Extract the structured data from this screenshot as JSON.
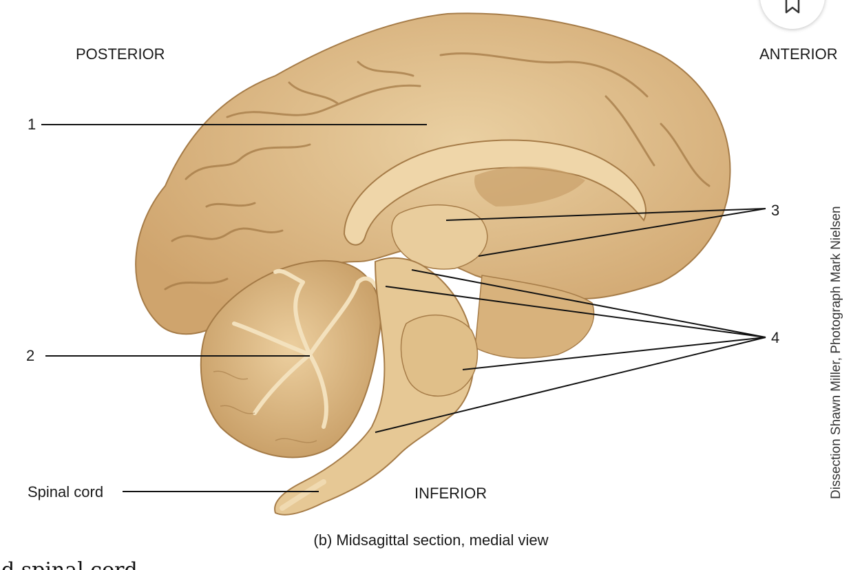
{
  "directions": {
    "posterior": "POSTERIOR",
    "anterior": "ANTERIOR",
    "inferior": "INFERIOR"
  },
  "labels": {
    "one": "1",
    "two": "2",
    "three": "3",
    "four": "4",
    "spinal_cord": "Spinal cord"
  },
  "caption": "(b) Midsagittal section, medial view",
  "credit": "Dissection Shawn Miller, Photograph Mark Nielsen",
  "trailing_text": "d spinal cord",
  "colors": {
    "tissue": "#ddb985",
    "tissue_light": "#e8cb9c",
    "tissue_dark": "#b58c57",
    "leader_line": "#111111",
    "leader_line_white": "#ffffff"
  },
  "icons": {
    "bookmark": "bookmark-icon"
  }
}
